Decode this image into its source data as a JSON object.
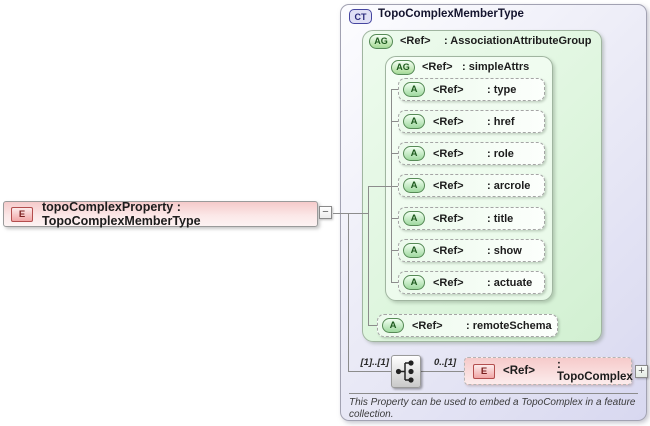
{
  "diagram": {
    "element": {
      "badge": "E",
      "label": "topoComplexProperty : TopoComplexMemberType",
      "collapse": "−"
    },
    "ct": {
      "badge": "CT",
      "title": "TopoComplexMemberType"
    },
    "ag": {
      "badge": "AG",
      "ref": "<Ref>",
      "name": ": AssociationAttributeGroup"
    },
    "sa": {
      "badge": "AG",
      "ref": "<Ref>",
      "name": ": simpleAttrs"
    },
    "attrs": [
      {
        "badge": "A",
        "ref": "<Ref>",
        "name": ": type"
      },
      {
        "badge": "A",
        "ref": "<Ref>",
        "name": ": href"
      },
      {
        "badge": "A",
        "ref": "<Ref>",
        "name": ": role"
      },
      {
        "badge": "A",
        "ref": "<Ref>",
        "name": ": arcrole"
      },
      {
        "badge": "A",
        "ref": "<Ref>",
        "name": ": title"
      },
      {
        "badge": "A",
        "ref": "<Ref>",
        "name": ": show"
      },
      {
        "badge": "A",
        "ref": "<Ref>",
        "name": ": actuate"
      }
    ],
    "remote": {
      "badge": "A",
      "ref": "<Ref>",
      "name": ": remoteSchema"
    },
    "content": {
      "cardinality_left": "[1]..[1]",
      "cardinality_right": "0..[1]"
    },
    "topo": {
      "badge": "E",
      "ref": "<Ref>",
      "name": ": TopoComplex",
      "expand": "+"
    },
    "annotation": {
      "text": "This Property can be used to embed a TopoComplex in a feature collection."
    },
    "colors": {
      "element_pink": "#f5caca",
      "type_lavender": "#d8d8f0",
      "group_green": "#ddf5dd",
      "badge_green_border": "#568a56",
      "badge_red_border": "#b34d4d",
      "connector_gray": "#8c8c8c"
    }
  }
}
